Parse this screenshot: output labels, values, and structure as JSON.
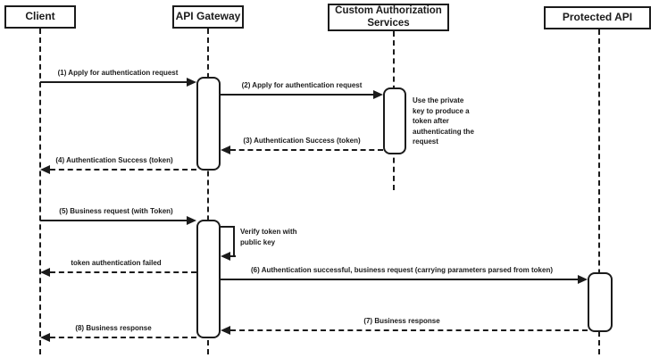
{
  "colors": {
    "stroke": "#1b1b1b",
    "background": "#ffffff"
  },
  "actors": [
    {
      "label": "Client"
    },
    {
      "label": "API Gateway"
    },
    {
      "label": "Custom Authorization Services"
    },
    {
      "label": "Protected API"
    }
  ],
  "messages": [
    {
      "label": "(1) Apply for authentication request",
      "from": "Client",
      "to": "API Gateway",
      "style": "solid"
    },
    {
      "label": "(2) Apply for authentication request",
      "from": "API Gateway",
      "to": "Custom Authorization Services",
      "style": "solid"
    },
    {
      "label": "(3) Authentication Success (token)",
      "from": "Custom Authorization Services",
      "to": "API Gateway",
      "style": "dashed"
    },
    {
      "label": "(4) Authentication Success (token)",
      "from": "API Gateway",
      "to": "Client",
      "style": "dashed"
    },
    {
      "label": "(5) Business request (with Token)",
      "from": "Client",
      "to": "API Gateway",
      "style": "solid"
    },
    {
      "label": "token authentication failed",
      "from": "API Gateway",
      "to": "Client",
      "style": "dashed"
    },
    {
      "label": "(6) Authentication successful, business request (carrying parameters parsed from token)",
      "from": "API Gateway",
      "to": "Protected API",
      "style": "solid"
    },
    {
      "label": "(7) Business response",
      "from": "Protected API",
      "to": "API Gateway",
      "style": "dashed"
    },
    {
      "label": "(8) Business response",
      "from": "API Gateway",
      "to": "Client",
      "style": "dashed"
    }
  ],
  "self_message": {
    "label": "Verify token with public key",
    "actor": "API Gateway"
  },
  "note": {
    "label": "Use the private key to produce a token after authenticating the request",
    "actor": "Custom Authorization Services"
  }
}
